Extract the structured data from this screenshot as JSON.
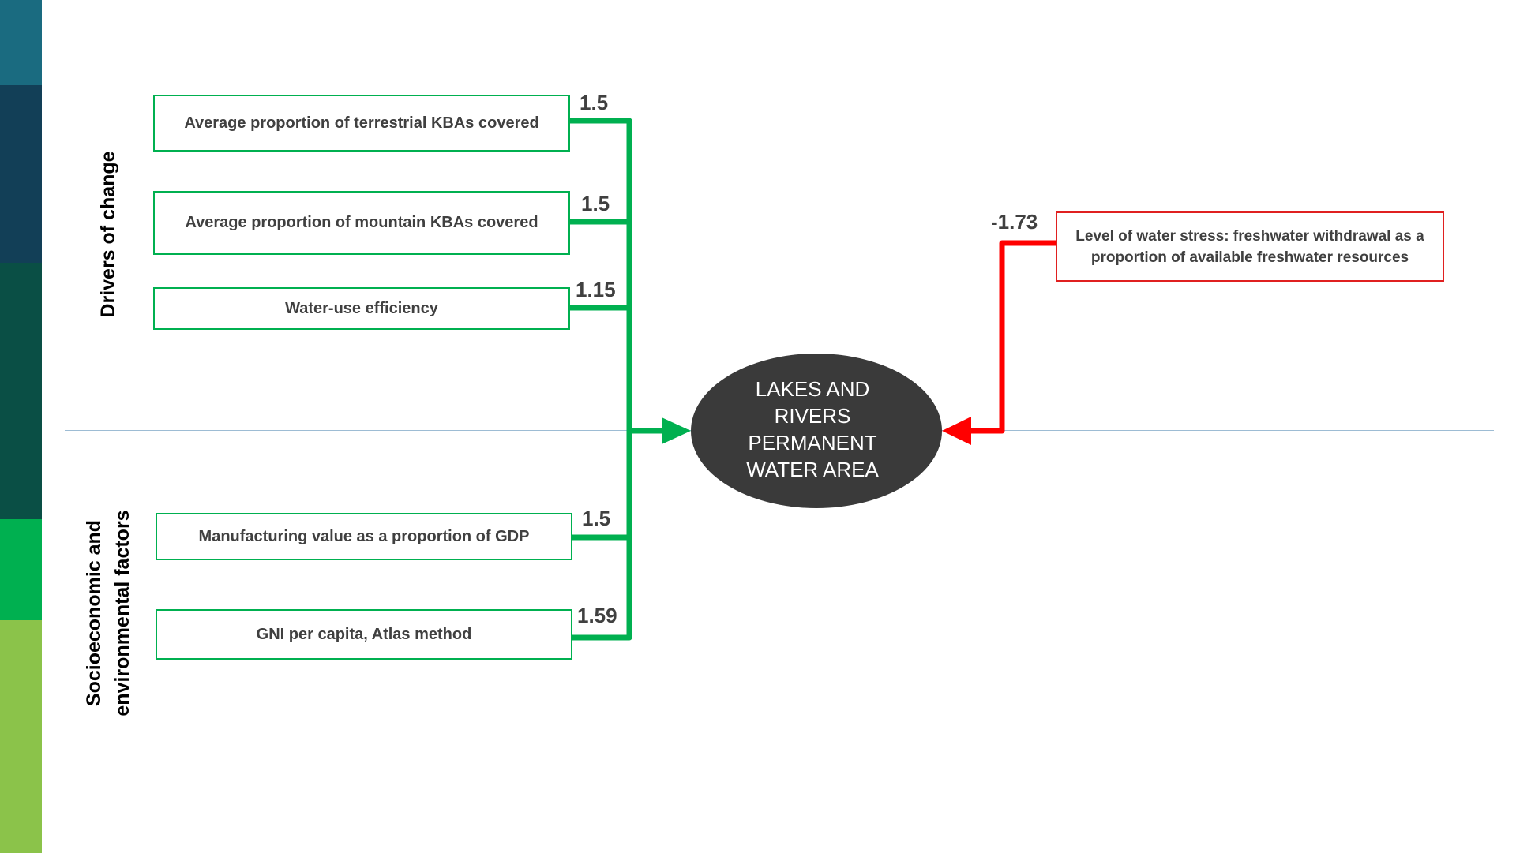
{
  "colors": {
    "sidebar": [
      "#1a6b80",
      "#123f57",
      "#0a4f45",
      "#00b050",
      "#8bc34a"
    ],
    "positive_arrow": "#00b050",
    "negative_arrow": "#ff0000",
    "target_fill": "#3a3a3a"
  },
  "sections": {
    "drivers": "Drivers of change",
    "socio_line1": "Socioeconomic and",
    "socio_line2": "environmental factors"
  },
  "positive_drivers": [
    {
      "label": "Average proportion of terrestrial KBAs covered",
      "weight": "1.5"
    },
    {
      "label": "Average proportion of mountain KBAs covered",
      "weight": "1.5"
    },
    {
      "label": "Water-use efficiency",
      "weight": "1.15"
    },
    {
      "label": "Manufacturing value as a proportion of GDP",
      "weight": "1.5"
    },
    {
      "label": "GNI per capita, Atlas method",
      "weight": "1.59"
    }
  ],
  "negative_drivers": [
    {
      "label": "Level of water stress: freshwater withdrawal as a proportion of available freshwater resources",
      "weight": "-1.73"
    }
  ],
  "target": {
    "label": "LAKES AND RIVERS PERMANENT WATER AREA"
  }
}
